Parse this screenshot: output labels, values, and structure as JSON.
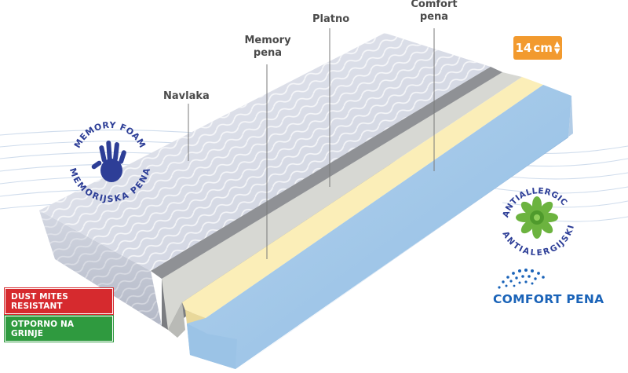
{
  "labels": {
    "navlaka": "Navlaka",
    "memory_line1": "Memory",
    "memory_line2": "pena",
    "platno": "Platno",
    "comfort_line1": "Comfort",
    "comfort_line2": "pena"
  },
  "thickness_badge": {
    "value": "14",
    "unit": "cm",
    "icon": "vertical-double-arrow-icon"
  },
  "memory_foam_seal": {
    "top_text": "MEMORY FOAM",
    "bottom_text": "MEMORIJSKA PENA",
    "icon": "hand-print-icon"
  },
  "dust_badge": {
    "line1": "DUST MITES RESISTANT",
    "line2": "OTPORNO NA GRINJE"
  },
  "antiallergic_seal": {
    "top_text": "ANTIALLERGIC",
    "bottom_text": "ANTIALERGIJSKI",
    "icon": "leaf-flower-icon"
  },
  "comfort_pena_logo": {
    "text": "COMFORT PENA",
    "icon": "dotted-arc-icon"
  },
  "colors": {
    "cover": "#d7dbe6",
    "memory_foam": "#fbeeb8",
    "canvas_layer": "#d9dad5",
    "comfort_foam": "#a8cbe8",
    "badge_orange": "#f29a2e",
    "seal_blue": "#2d3e97",
    "seal_green": "#5aa83a"
  }
}
